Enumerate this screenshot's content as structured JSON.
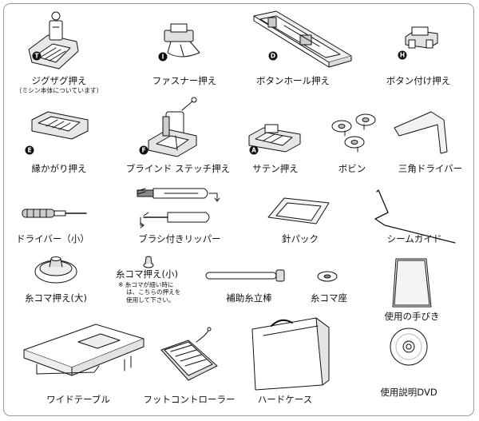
{
  "items": {
    "zigzag_foot": {
      "label": "ジグザグ押え",
      "sub": "（ミシン本体についています）",
      "badge": "T"
    },
    "zipper_foot": {
      "label": "ファスナー押え",
      "badge": "I"
    },
    "buttonhole_foot": {
      "label": "ボタンホール押え",
      "badge": "D"
    },
    "button_sewing_foot": {
      "label": "ボタン付け押え",
      "badge": "H"
    },
    "overcasting_foot": {
      "label": "縁かがり押え",
      "badge": "E"
    },
    "blind_stitch_foot": {
      "label": "ブラインド ステッチ押え",
      "badge": "F"
    },
    "satin_foot": {
      "label": "サテン押え",
      "badge": "A"
    },
    "bobbin": {
      "label": "ボビン"
    },
    "triangle_driver": {
      "label": "三角ドライバー"
    },
    "driver_small": {
      "label": "ドライバー（小）"
    },
    "brush_ripper": {
      "label": "ブラシ付きリッパー"
    },
    "needle_pack": {
      "label": "針パック"
    },
    "seam_guide": {
      "label": "シームガイド"
    },
    "spool_cap_large": {
      "label": "糸コマ押え(大)"
    },
    "spool_cap_small": {
      "label": "糸コマ押え(小)",
      "note": [
        "※ 糸コマが細い時に",
        "は、こちらの押えを",
        "使用して下さい。"
      ]
    },
    "aux_spool_pin": {
      "label": "補助糸立棒"
    },
    "spool_seat": {
      "label": "糸コマ座"
    },
    "manual": {
      "label": "使用の手びき"
    },
    "wide_table": {
      "label": "ワイドテーブル"
    },
    "foot_controller": {
      "label": "フットコントローラー"
    },
    "hard_case": {
      "label": "ハードケース"
    },
    "dvd": {
      "label": "使用説明DVD"
    }
  },
  "colors": {
    "frame": "#9a9a9a",
    "ink": "#111111",
    "shade": "#d8d8d8"
  }
}
